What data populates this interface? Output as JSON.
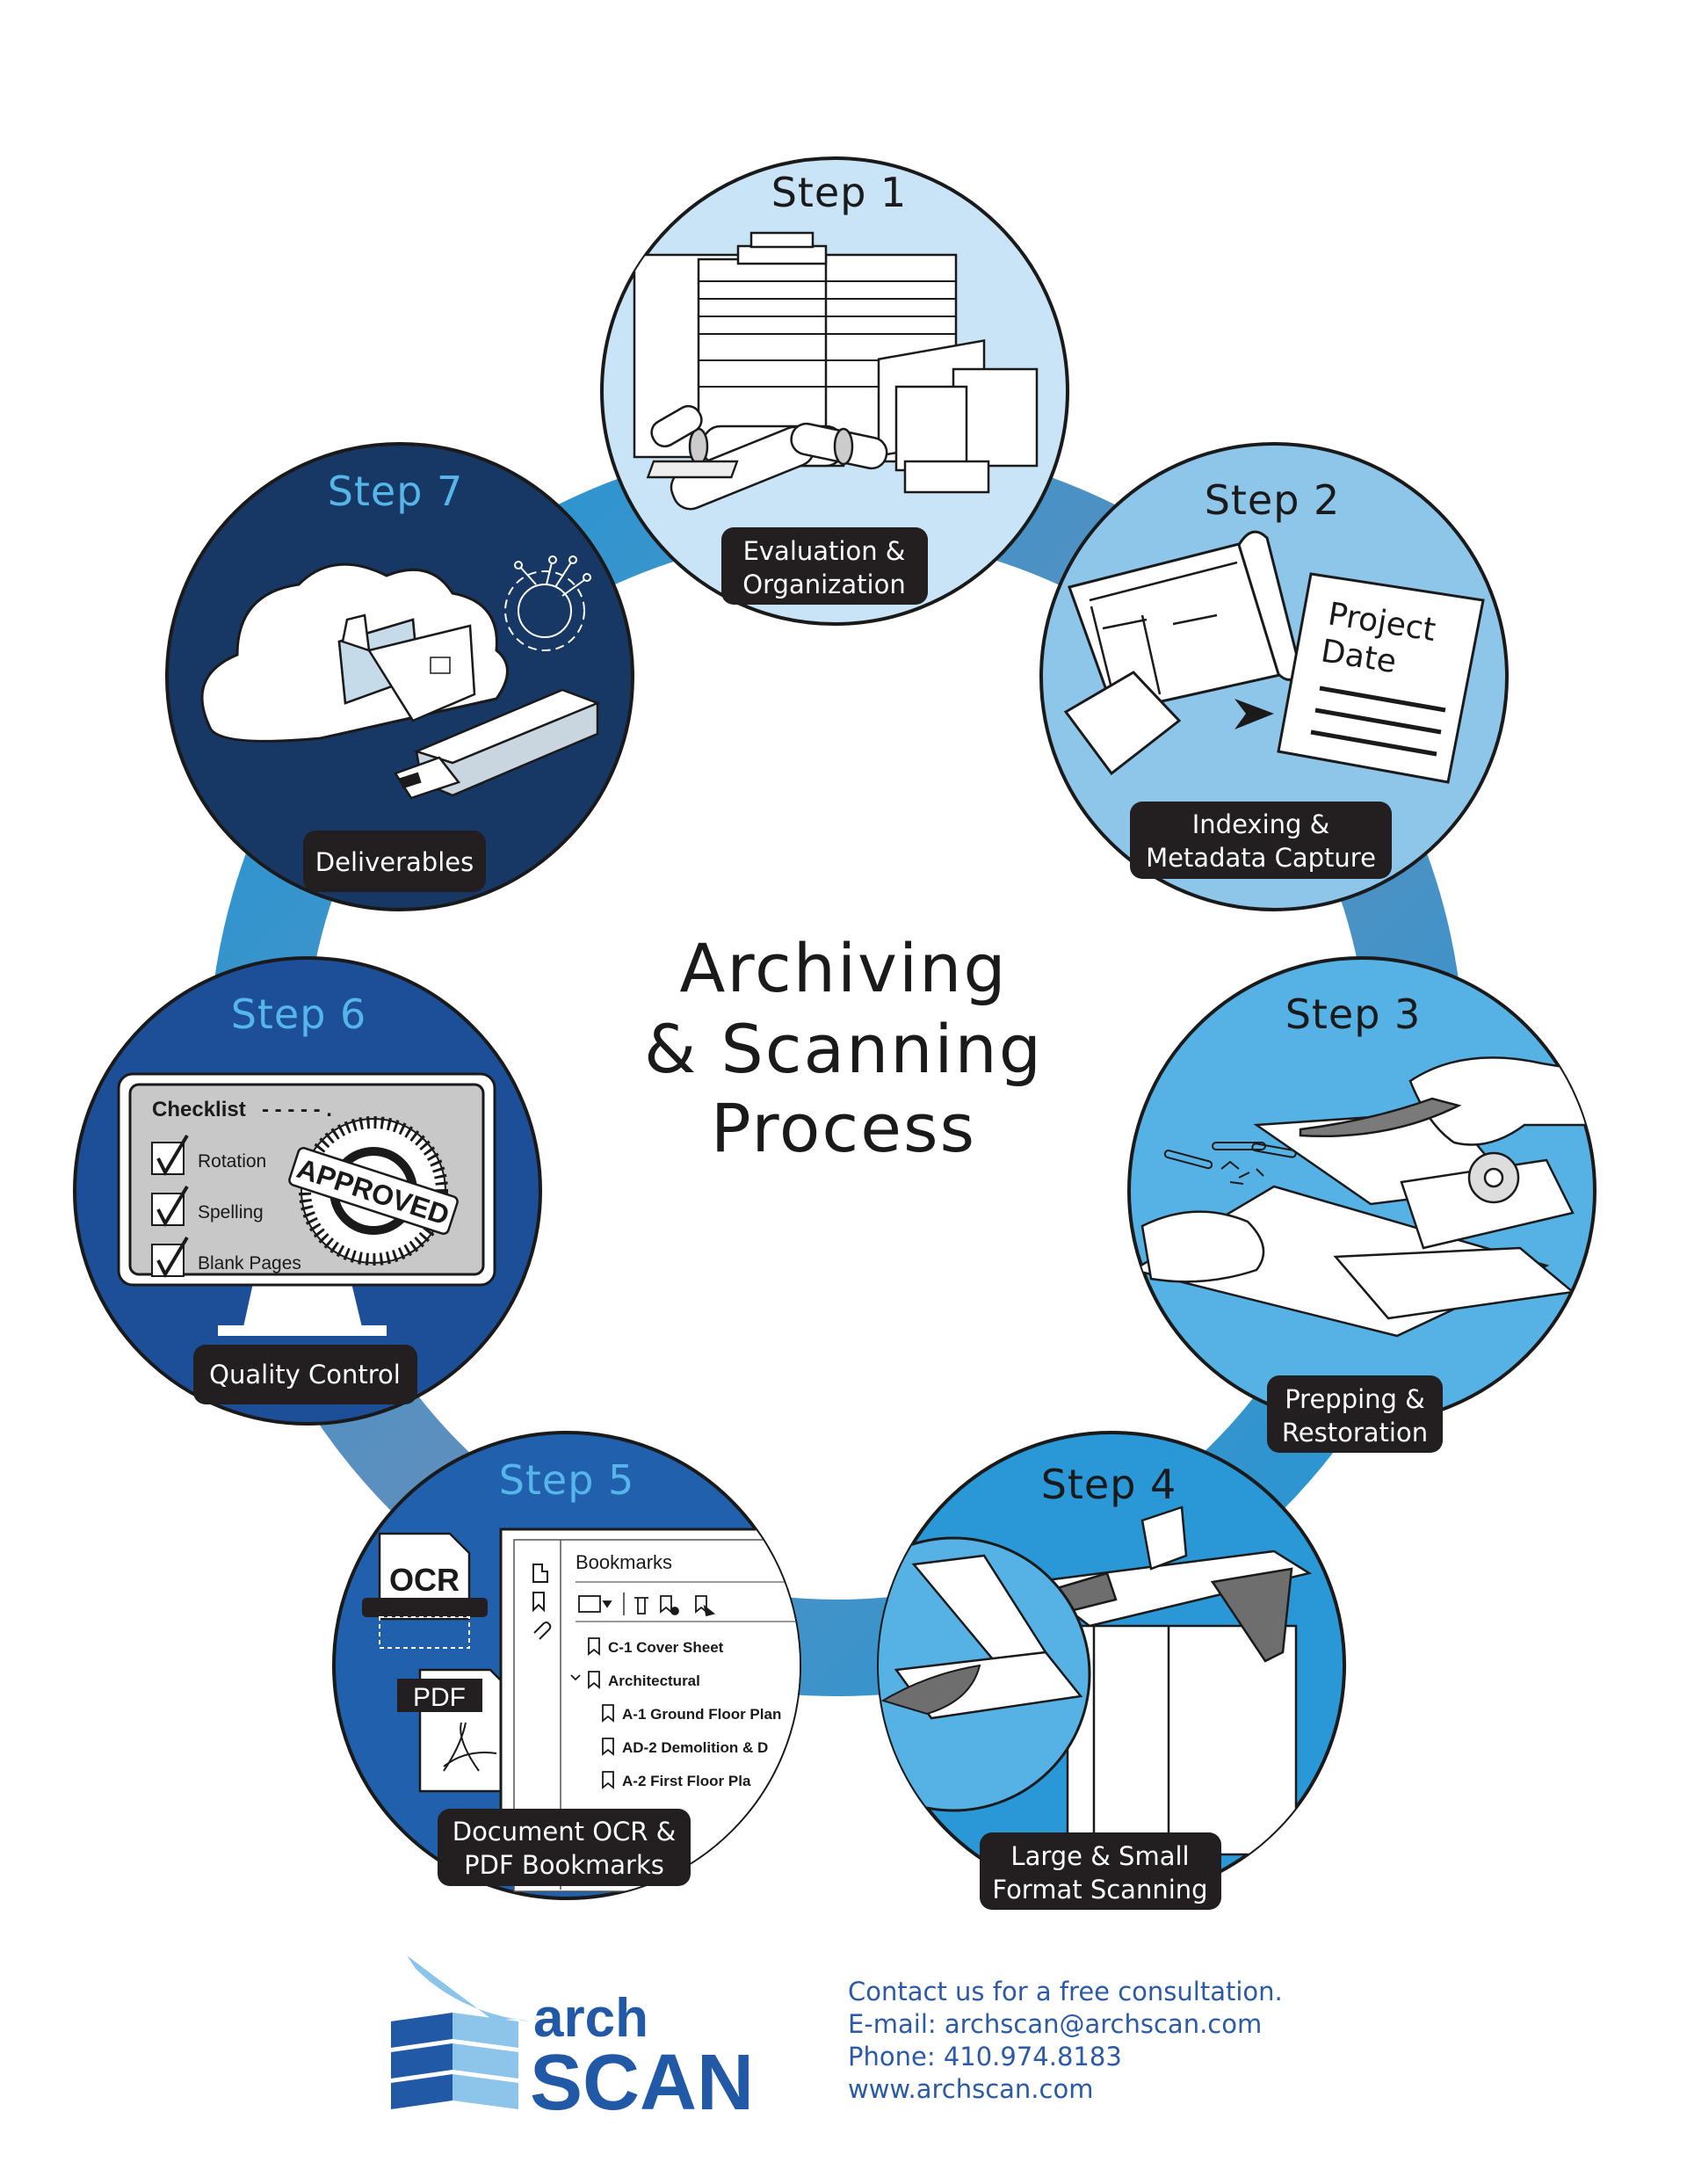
{
  "diagram": {
    "title_lines": [
      "Archiving",
      "& Scanning",
      "Process"
    ],
    "steps": [
      {
        "step": "Step 1",
        "label_lines": [
          "Evaluation &",
          "Organization"
        ],
        "circle_color": "#c8e4f6",
        "title_color": "#1a1a1a",
        "illustration": "flat-file-cabinets-rolled-drawings-boxes"
      },
      {
        "step": "Step 2",
        "label_lines": [
          "Indexing &",
          "Metadata Capture"
        ],
        "circle_color": "#8ec6ea",
        "title_color": "#1a1a1a",
        "illustration": "blueprint-notebook-to-index-sheet",
        "index_sheet_lines": [
          "Project",
          "Date"
        ]
      },
      {
        "step": "Step 3",
        "label_lines": [
          "Prepping &",
          "Restoration"
        ],
        "circle_color": "#56b2e4",
        "title_color": "#1a1a1a",
        "illustration": "staple-remover-paperclips-tape-dispenser"
      },
      {
        "step": "Step 4",
        "label_lines": [
          "Large & Small",
          "Format Scanning"
        ],
        "circle_color": "#2a98d6",
        "title_color": "#1a1a1a",
        "illustration": "wide-format-scanner-and-flatbed"
      },
      {
        "step": "Step 5",
        "label_lines": [
          "Document OCR &",
          "PDF Bookmarks"
        ],
        "circle_color": "#2160ad",
        "title_color": "#56b6ea",
        "illustration": "ocr-pdf-bookmarks-panel",
        "ocr_label": "OCR",
        "pdf_label": "PDF",
        "bookmarks_panel": {
          "title": "Bookmarks",
          "items": [
            {
              "label": "C-1 Cover Sheet",
              "indent": 0,
              "expanded": false
            },
            {
              "label": "Architectural",
              "indent": 0,
              "expanded": true
            },
            {
              "label": "A-1 Ground Floor Plan",
              "indent": 1,
              "expanded": false
            },
            {
              "label": "AD-2 Demolition & D",
              "indent": 1,
              "expanded": false
            },
            {
              "label": "A-2 First Floor Pla",
              "indent": 1,
              "expanded": false
            }
          ]
        }
      },
      {
        "step": "Step 6",
        "label_lines": [
          "Quality Control"
        ],
        "circle_color": "#1c4f98",
        "title_color": "#56b6ea",
        "illustration": "monitor-checklist-approved-stamp",
        "checklist": {
          "title": "Checklist",
          "items": [
            "Rotation",
            "Spelling",
            "Blank Pages"
          ],
          "stamp": "APPROVED"
        }
      },
      {
        "step": "Step 7",
        "label_lines": [
          "Deliverables"
        ],
        "circle_color": "#173864",
        "title_color": "#56b6ea",
        "illustration": "cloud-file-drawer-usb-drive"
      }
    ],
    "ring_colors": [
      "#1e97d6",
      "#5b8fbd"
    ],
    "label_bg": "#231f20"
  },
  "footer": {
    "logo": {
      "word1": "arch",
      "word2": "SCAN",
      "dark_blue": "#2159a6",
      "light_blue": "#8cc4ea"
    },
    "contact_lines": [
      "Contact us for a free consultation.",
      "E-mail: archscan@archscan.com",
      "Phone: 410.974.8183",
      "www.archscan.com"
    ]
  }
}
